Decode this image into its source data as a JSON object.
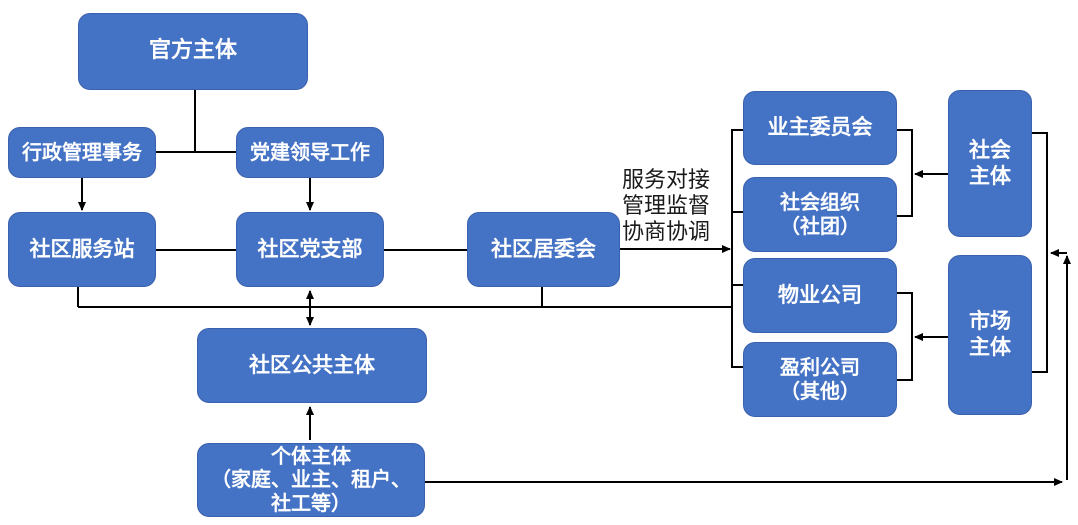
{
  "diagram": {
    "colors": {
      "node_fill": "#4472C4",
      "node_text": "#FFFFFF",
      "connector": "#000000",
      "edge_label_text": "#1A1A1A"
    },
    "nodes": {
      "official": {
        "label": "官方主体"
      },
      "admin_affairs": {
        "label": "行政管理事务"
      },
      "party_building": {
        "label": "党建领导工作"
      },
      "service_station": {
        "label": "社区服务站"
      },
      "party_branch": {
        "label": "社区党支部"
      },
      "residents_committee": {
        "label": "社区居委会"
      },
      "owners_committee": {
        "label": "业主委员会"
      },
      "social_org": {
        "lines": [
          "社会组织",
          "（社团）"
        ]
      },
      "property_company": {
        "label": "物业公司"
      },
      "profit_company": {
        "lines": [
          "盈利公司",
          "（其他）"
        ]
      },
      "social_subject": {
        "lines": [
          "社会",
          "主体"
        ]
      },
      "market_subject": {
        "lines": [
          "市场",
          "主体"
        ]
      },
      "public_subject": {
        "label": "社区公共主体"
      },
      "individual_subject": {
        "lines": [
          "个体主体",
          "（家庭、业主、租户、",
          "社工等）"
        ]
      }
    },
    "edge_label": {
      "lines": [
        "服务对接",
        "管理监督",
        "协商协调"
      ]
    }
  }
}
